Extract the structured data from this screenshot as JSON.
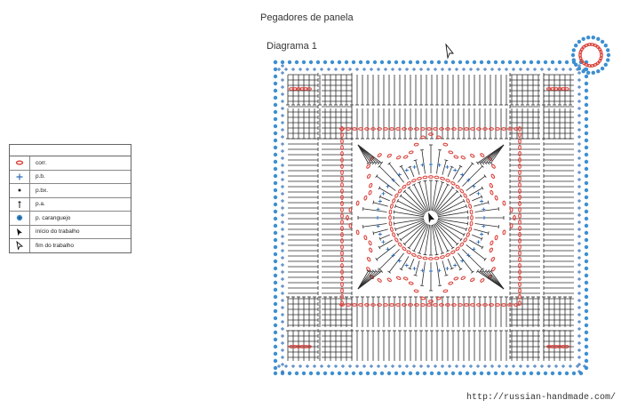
{
  "title": "Pegadores de panela",
  "subtitle": "Diagrama 1",
  "legend": {
    "items": [
      {
        "icon": "chain-icon",
        "label": "corr."
      },
      {
        "icon": "single-crochet-icon",
        "label": "p.b."
      },
      {
        "icon": "slip-stitch-icon",
        "label": "p.bx."
      },
      {
        "icon": "half-double-icon",
        "label": "p.a."
      },
      {
        "icon": "crab-stitch-icon",
        "label": "p. caranguejo"
      },
      {
        "icon": "start-arrow-icon",
        "label": "início do trabalho"
      },
      {
        "icon": "end-arrow-icon",
        "label": "fim do trabalho"
      }
    ]
  },
  "colors": {
    "chain": "#d9413a",
    "crab": "#3d8fd1",
    "stitch": "#2b2b2b",
    "accent": "#2f6db5"
  },
  "footer": {
    "url": "http://russian-handmade.com/"
  }
}
